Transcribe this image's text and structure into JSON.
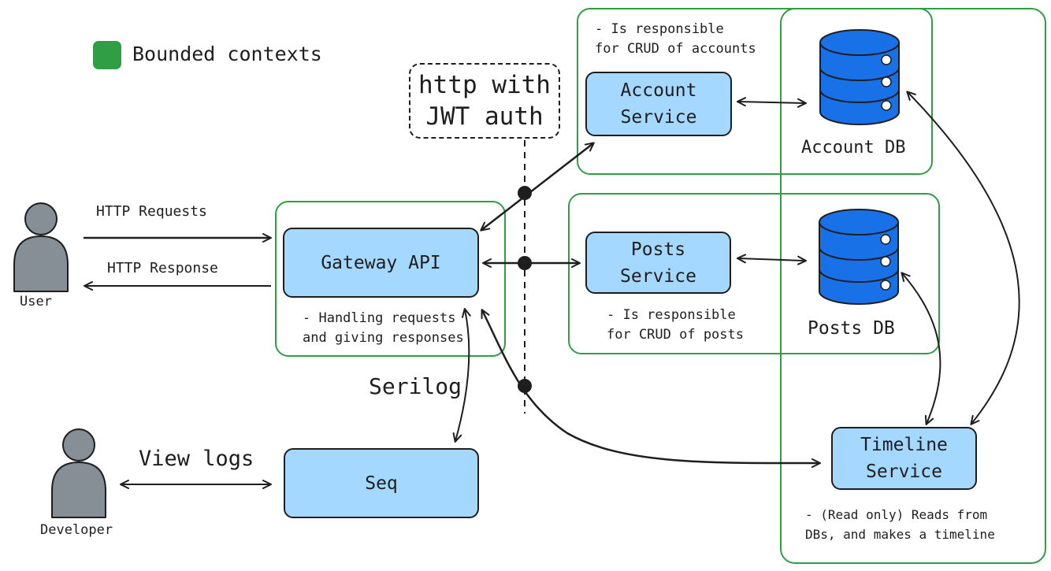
{
  "legend": {
    "label": "Bounded contexts",
    "color": "#2f9e44"
  },
  "auth_note": {
    "line1": "http with",
    "line2": "JWT auth"
  },
  "actors": {
    "user": {
      "label": "User",
      "icon": "person-icon"
    },
    "developer": {
      "label": "Developer",
      "icon": "person-icon"
    }
  },
  "arrows": {
    "http_requests": "HTTP Requests",
    "http_response": "HTTP Response",
    "serilog": "Serilog",
    "view_logs": "View logs"
  },
  "services": {
    "gateway": {
      "label": "Gateway API",
      "note_line1": "- Handling requests",
      "note_line2": "and giving responses"
    },
    "account": {
      "line1": "Account",
      "line2": "Service",
      "note_line1": "- Is responsible",
      "note_line2": "for CRUD of accounts"
    },
    "posts": {
      "line1": "Posts",
      "line2": "Service",
      "note_line1": "- Is responsible",
      "note_line2": "for CRUD of posts"
    },
    "timeline": {
      "line1": "Timeline",
      "line2": "Service",
      "note_line1": "- (Read only) Reads from",
      "note_line2": "DBs, and makes a timeline"
    },
    "seq": {
      "label": "Seq"
    }
  },
  "databases": {
    "account": {
      "label": "Account DB",
      "icon": "database-icon"
    },
    "posts": {
      "label": "Posts DB",
      "icon": "database-icon"
    }
  },
  "colors": {
    "service_fill": "#a5d8ff",
    "context_border": "#2f9e44",
    "db_fill": "#1971e8",
    "person_fill": "#868e96",
    "stroke": "#1e1e1e"
  }
}
